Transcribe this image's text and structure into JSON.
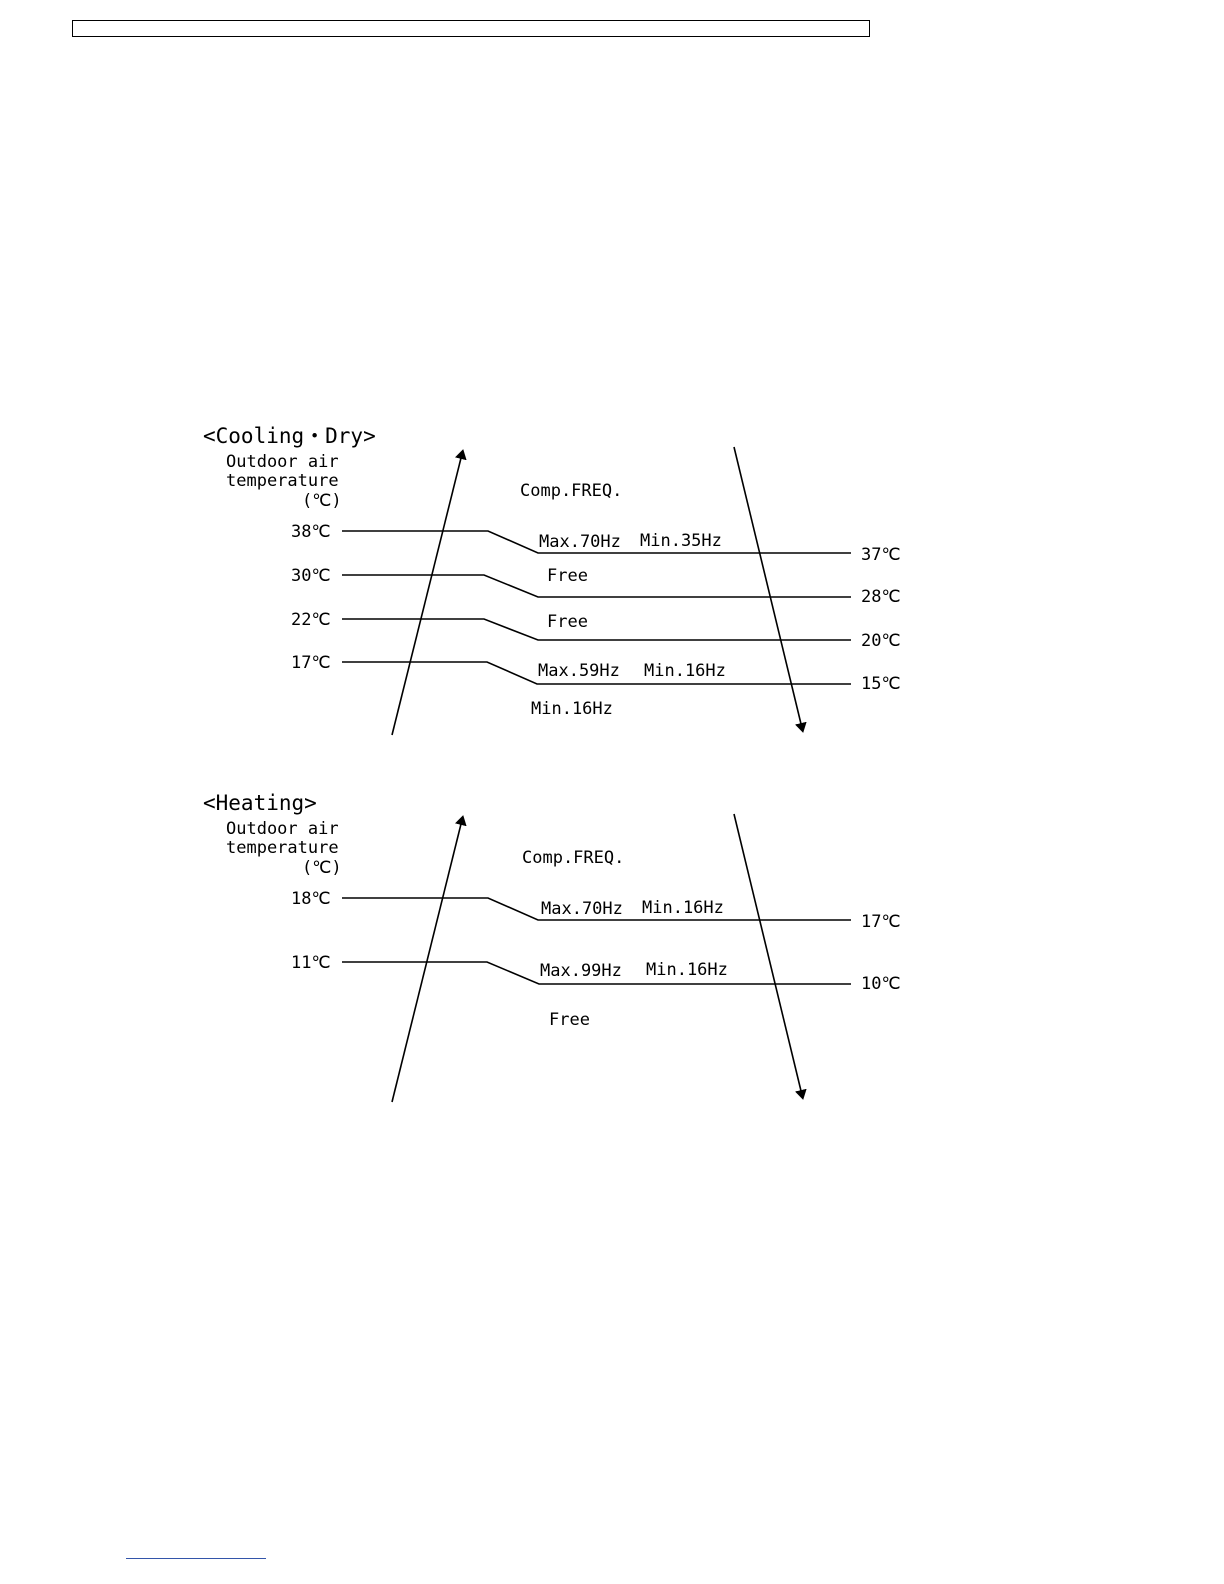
{
  "cooling": {
    "title": "<Cooling・Dry>",
    "axis_label_line1": "Outdoor air",
    "axis_label_line2": "temperature",
    "axis_unit": "(℃)",
    "freq_label": "Comp.FREQ.",
    "thresholds": [
      {
        "rise_label": "38℃",
        "fall_label": "37℃",
        "zone_left": "Max.70Hz",
        "zone_right": "Min.35Hz"
      },
      {
        "rise_label": "30℃",
        "fall_label": "28℃",
        "zone_left": "Free",
        "zone_right": ""
      },
      {
        "rise_label": "22℃",
        "fall_label": "20℃",
        "zone_left": "Free",
        "zone_right": ""
      },
      {
        "rise_label": "17℃",
        "fall_label": "15℃",
        "zone_left": "Max.59Hz",
        "zone_right": "Min.16Hz"
      }
    ],
    "bottom_zone": "Min.16Hz"
  },
  "heating": {
    "title": "<Heating>",
    "axis_label_line1": "Outdoor air",
    "axis_label_line2": "temperature",
    "axis_unit": "(℃)",
    "freq_label": "Comp.FREQ.",
    "thresholds": [
      {
        "rise_label": "18℃",
        "fall_label": "17℃",
        "zone_left": "Max.70Hz",
        "zone_right": "Min.16Hz"
      },
      {
        "rise_label": "11℃",
        "fall_label": "10℃",
        "zone_left": "Max.99Hz",
        "zone_right": "Min.16Hz"
      }
    ],
    "bottom_zone": "Free"
  }
}
